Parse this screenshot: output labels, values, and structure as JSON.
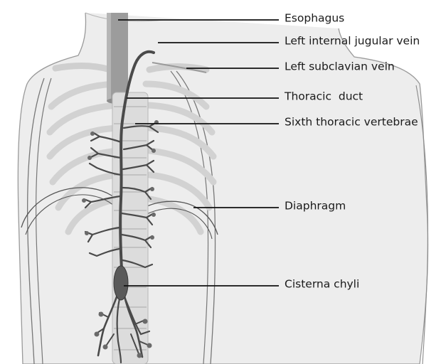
{
  "diagram": {
    "labels": {
      "esophagus": "Esophagus",
      "left_internal_jugular_vein": "Left internal jugular vein",
      "left_subclavian_vein": "Left subclavian vein",
      "thoracic_duct": "Thoracic  duct",
      "sixth_thoracic_vertebrae": "Sixth thoracic vertebrae",
      "diaphragm": "Diaphragm",
      "cisterna_chyli": "Cisterna chyli"
    }
  }
}
